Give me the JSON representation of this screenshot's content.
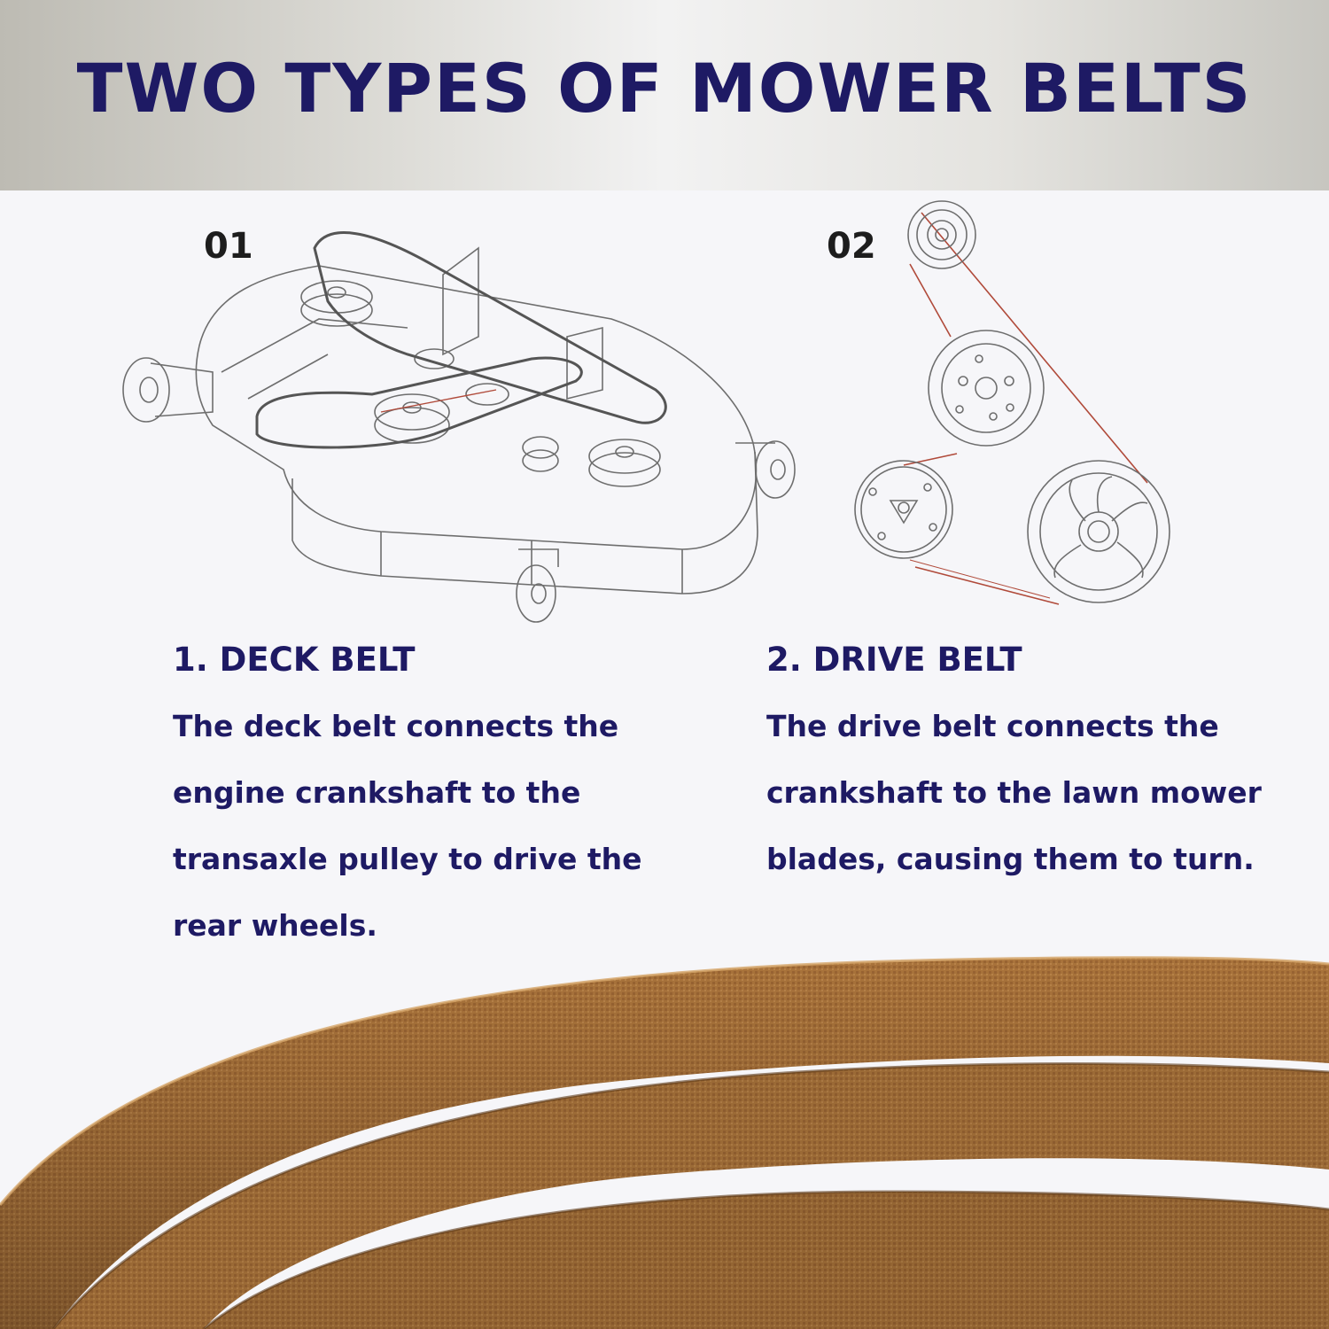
{
  "title": "TWO TYPES OF MOWER BELTS",
  "items": [
    {
      "number": "01",
      "heading": "1. DECK BELT",
      "description": "The deck belt connects the engine crankshaft to the transaxle pulley to drive the rear wheels."
    },
    {
      "number": "02",
      "heading": "2. DRIVE BELT",
      "description": "The drive belt connects the crankshaft to the lawn mower blades, causing them to turn."
    }
  ],
  "colors": {
    "title": "#1e1a64",
    "belt": "#a9733b",
    "belt_line": "#b04a3a"
  }
}
